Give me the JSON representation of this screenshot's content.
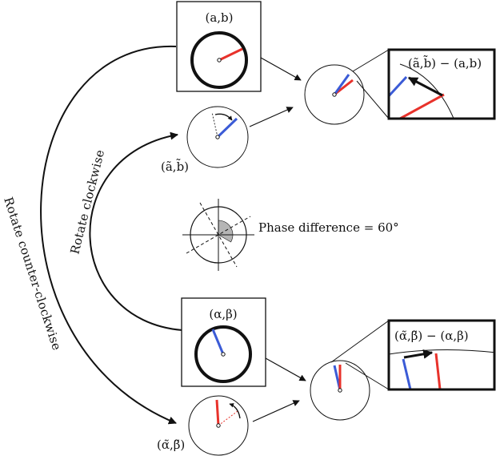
{
  "labels": {
    "ab": "(a,b)",
    "ab_tilde": "(ã,b̃)",
    "ab_diff": "(ã,b̃) − (a,b)",
    "alpha_beta": "(α,β)",
    "alpha_beta_tilde": "(α̃,β̃)",
    "alpha_beta_diff": "(α̃,β̃) − (α,β)",
    "phase_difference": "Phase difference = 60°",
    "rotate_clockwise": "Rotate  clockwise",
    "rotate_counter_clockwise": "Rotate  counter-clockwise"
  },
  "colors": {
    "red_vector": "#e8322b",
    "blue_vector": "#3b5bd6",
    "ink": "#111111",
    "phase_wedge": "#b5b5b5"
  },
  "phase_difference_degrees": 60
}
